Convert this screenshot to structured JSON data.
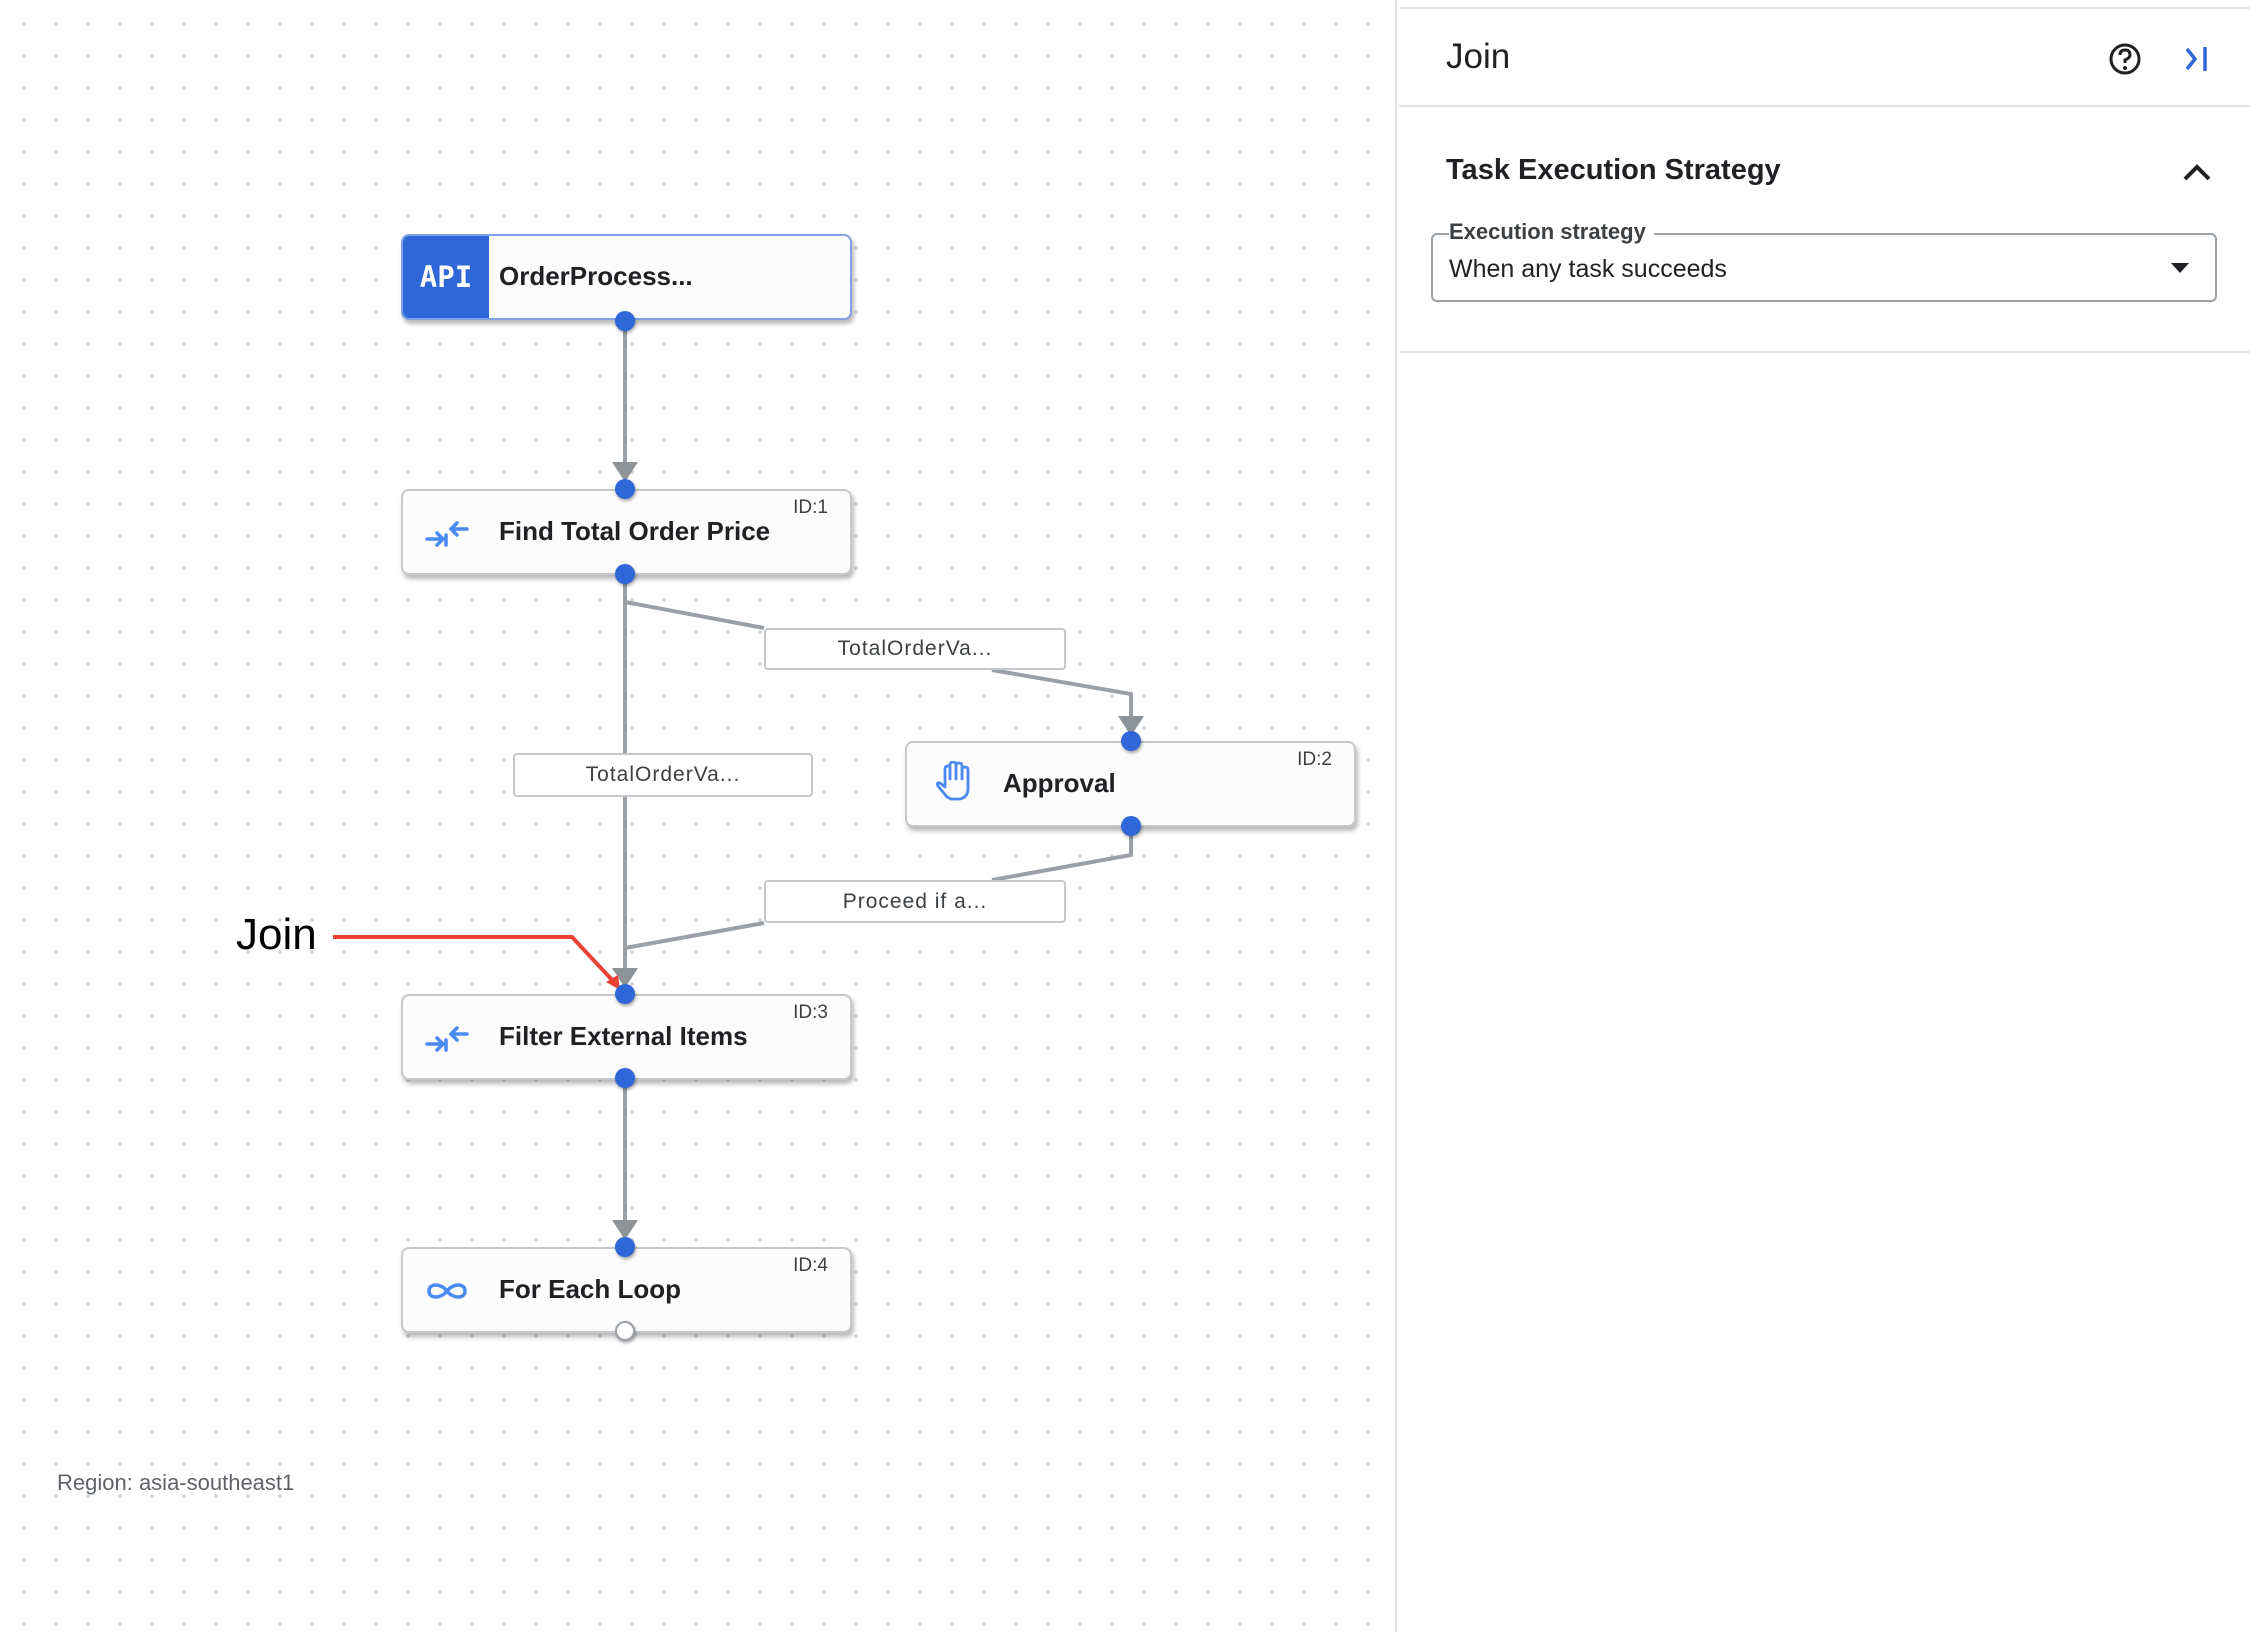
{
  "canvas": {
    "nodes": [
      {
        "badge": "API",
        "title": "OrderProcess...",
        "icon": "api-icon"
      },
      {
        "title": "Find Total Order Price",
        "id_label": "ID:1",
        "icon": "data-mapping-icon"
      },
      {
        "title": "Approval",
        "id_label": "ID:2",
        "icon": "hand-icon"
      },
      {
        "title": "Filter External Items",
        "id_label": "ID:3",
        "icon": "data-mapping-icon"
      },
      {
        "title": "For Each Loop",
        "id_label": "ID:4",
        "icon": "loop-icon"
      }
    ],
    "edge_labels": [
      "TotalOrderVa...",
      "TotalOrderVa...",
      "Proceed if a..."
    ],
    "annotation": {
      "text": "Join",
      "color": "#ea4335"
    },
    "region": "Region: asia-southeast1"
  },
  "panel": {
    "title": "Join",
    "section_title": "Task Execution Strategy",
    "execution_strategy": {
      "label": "Execution strategy",
      "value": "When any task succeeds"
    }
  },
  "colors": {
    "accent": "#2f67d8",
    "edge": "#9aa0a6",
    "icon": "#4a8af4"
  }
}
